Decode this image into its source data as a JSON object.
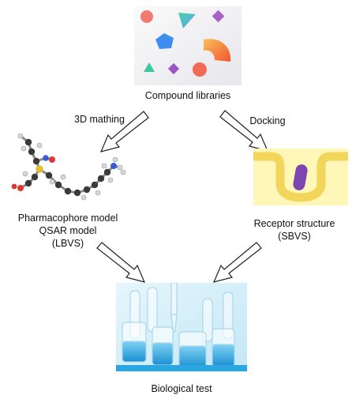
{
  "compound": {
    "label": "Compound libraries"
  },
  "left_arrow": {
    "label": "3D mathing"
  },
  "right_arrow": {
    "label": "Docking"
  },
  "ligand": {
    "line1": "Pharmacophore model",
    "line2": "QSAR model",
    "line3": "(LBVS)"
  },
  "receptor": {
    "line1": "Receptor structure",
    "line2": "(SBVS)"
  },
  "biotest": {
    "label": "Biological test"
  },
  "colors": {
    "receptor_wall": "#f2d65c",
    "receptor_fill": "#fff7b8",
    "ligand_purple": "#7d45b0",
    "lab_blue": "#3fb3e6"
  }
}
